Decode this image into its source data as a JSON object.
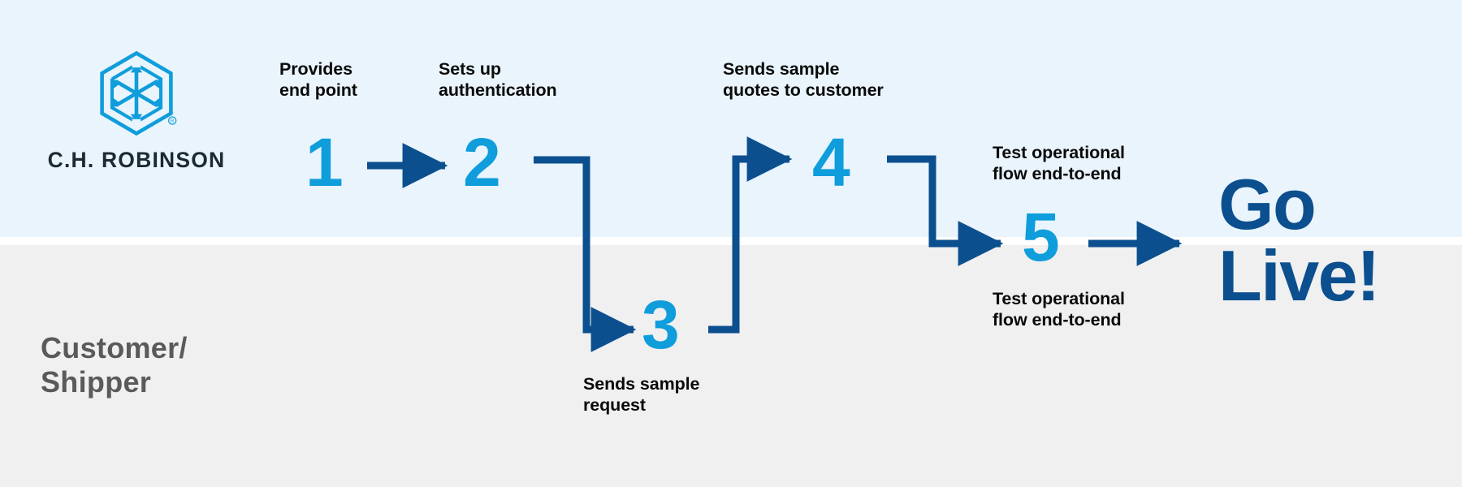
{
  "diagram": {
    "title": "C.H. Robinson API onboarding process flow",
    "colors": {
      "band_top": "#e9f4fc",
      "band_bottom": "#f0f0f0",
      "brand_cyan": "#0f9ddb",
      "brand_navy": "#0b4f8f",
      "connector": "#0b4f8f",
      "caption_text": "#0a0a0a",
      "role_text": "#5a5a5a",
      "wordmark_text": "#1b2a33"
    }
  },
  "lanes": {
    "top": {
      "label": "C.H. ROBINSON"
    },
    "bottom": {
      "label": "Customer/\nShipper"
    }
  },
  "logo": {
    "wordmark": "C.H. ROBINSON",
    "mark_name": "chrobinson-hexagon-logo",
    "registered_mark": "®"
  },
  "steps": [
    {
      "number": "1",
      "lane": "top",
      "caption": "Provides\nend point"
    },
    {
      "number": "2",
      "lane": "top",
      "caption": "Sets up\nauthentication"
    },
    {
      "number": "3",
      "lane": "bottom",
      "caption": "Sends sample\nrequest"
    },
    {
      "number": "4",
      "lane": "top",
      "caption": "Sends sample\nquotes to customer"
    },
    {
      "number": "5",
      "lane": "both",
      "caption_top": "Test operational\nflow end-to-end",
      "caption_bottom": "Test operational\nflow end-to-end"
    }
  ],
  "outcome": {
    "line1": "Go",
    "line2": "Live!",
    "text": "Go Live!"
  },
  "connectors": [
    {
      "from": "1",
      "to": "2",
      "shape": "straight-right"
    },
    {
      "from": "2",
      "to": "3",
      "shape": "elbow-down-right"
    },
    {
      "from": "3",
      "to": "4",
      "shape": "elbow-up-right"
    },
    {
      "from": "4",
      "to": "5",
      "shape": "elbow-down-right"
    },
    {
      "from": "5",
      "to": "go-live",
      "shape": "straight-right"
    }
  ]
}
